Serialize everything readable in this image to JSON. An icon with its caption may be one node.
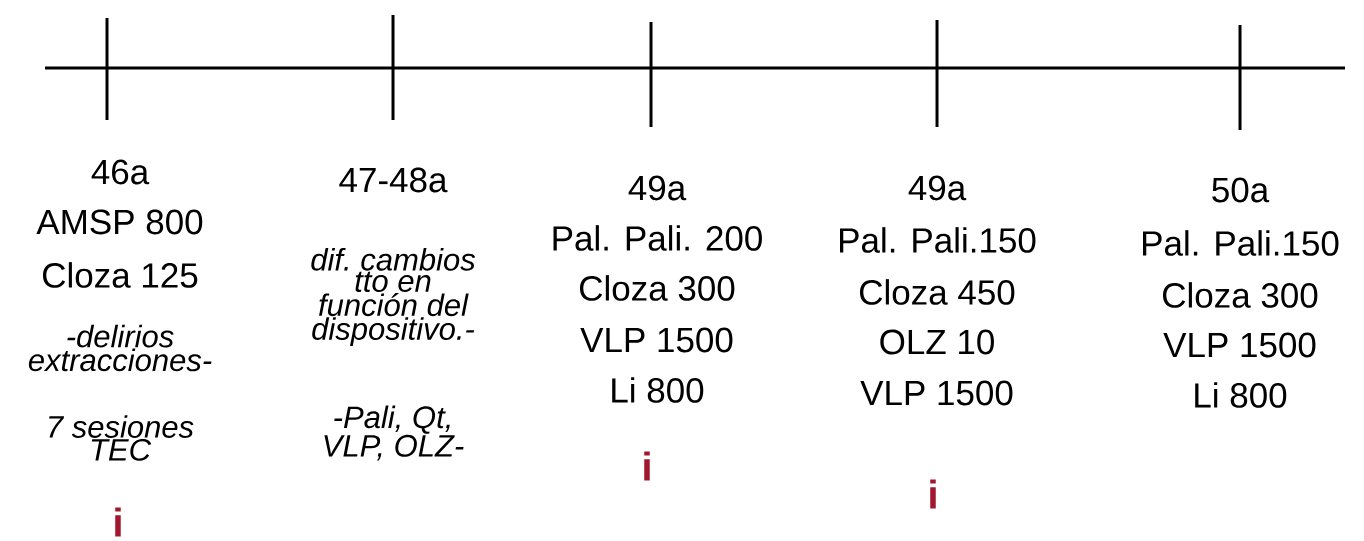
{
  "diagram": {
    "labels": [
      "46a",
      "AMSP 800",
      "Cloza 125",
      "-delirios extracciones-",
      "7 sesiones TEC",
      "i",
      "47-48a",
      "dif. cambios tto en función del dispositivo.-",
      "-Pali, Qt, VLP, OLZ-",
      "49a",
      "Pal. Pali. 200",
      "Cloza 300",
      "VLP 1500",
      "Li 800",
      "i",
      "49a",
      "Pal. Pali.150",
      "Cloza 450",
      "OLZ 10",
      "VLP 1500",
      "i",
      "50a",
      "Pal. Pali.150",
      "Cloza 300",
      "VLP 1500",
      "Li 800"
    ]
  }
}
